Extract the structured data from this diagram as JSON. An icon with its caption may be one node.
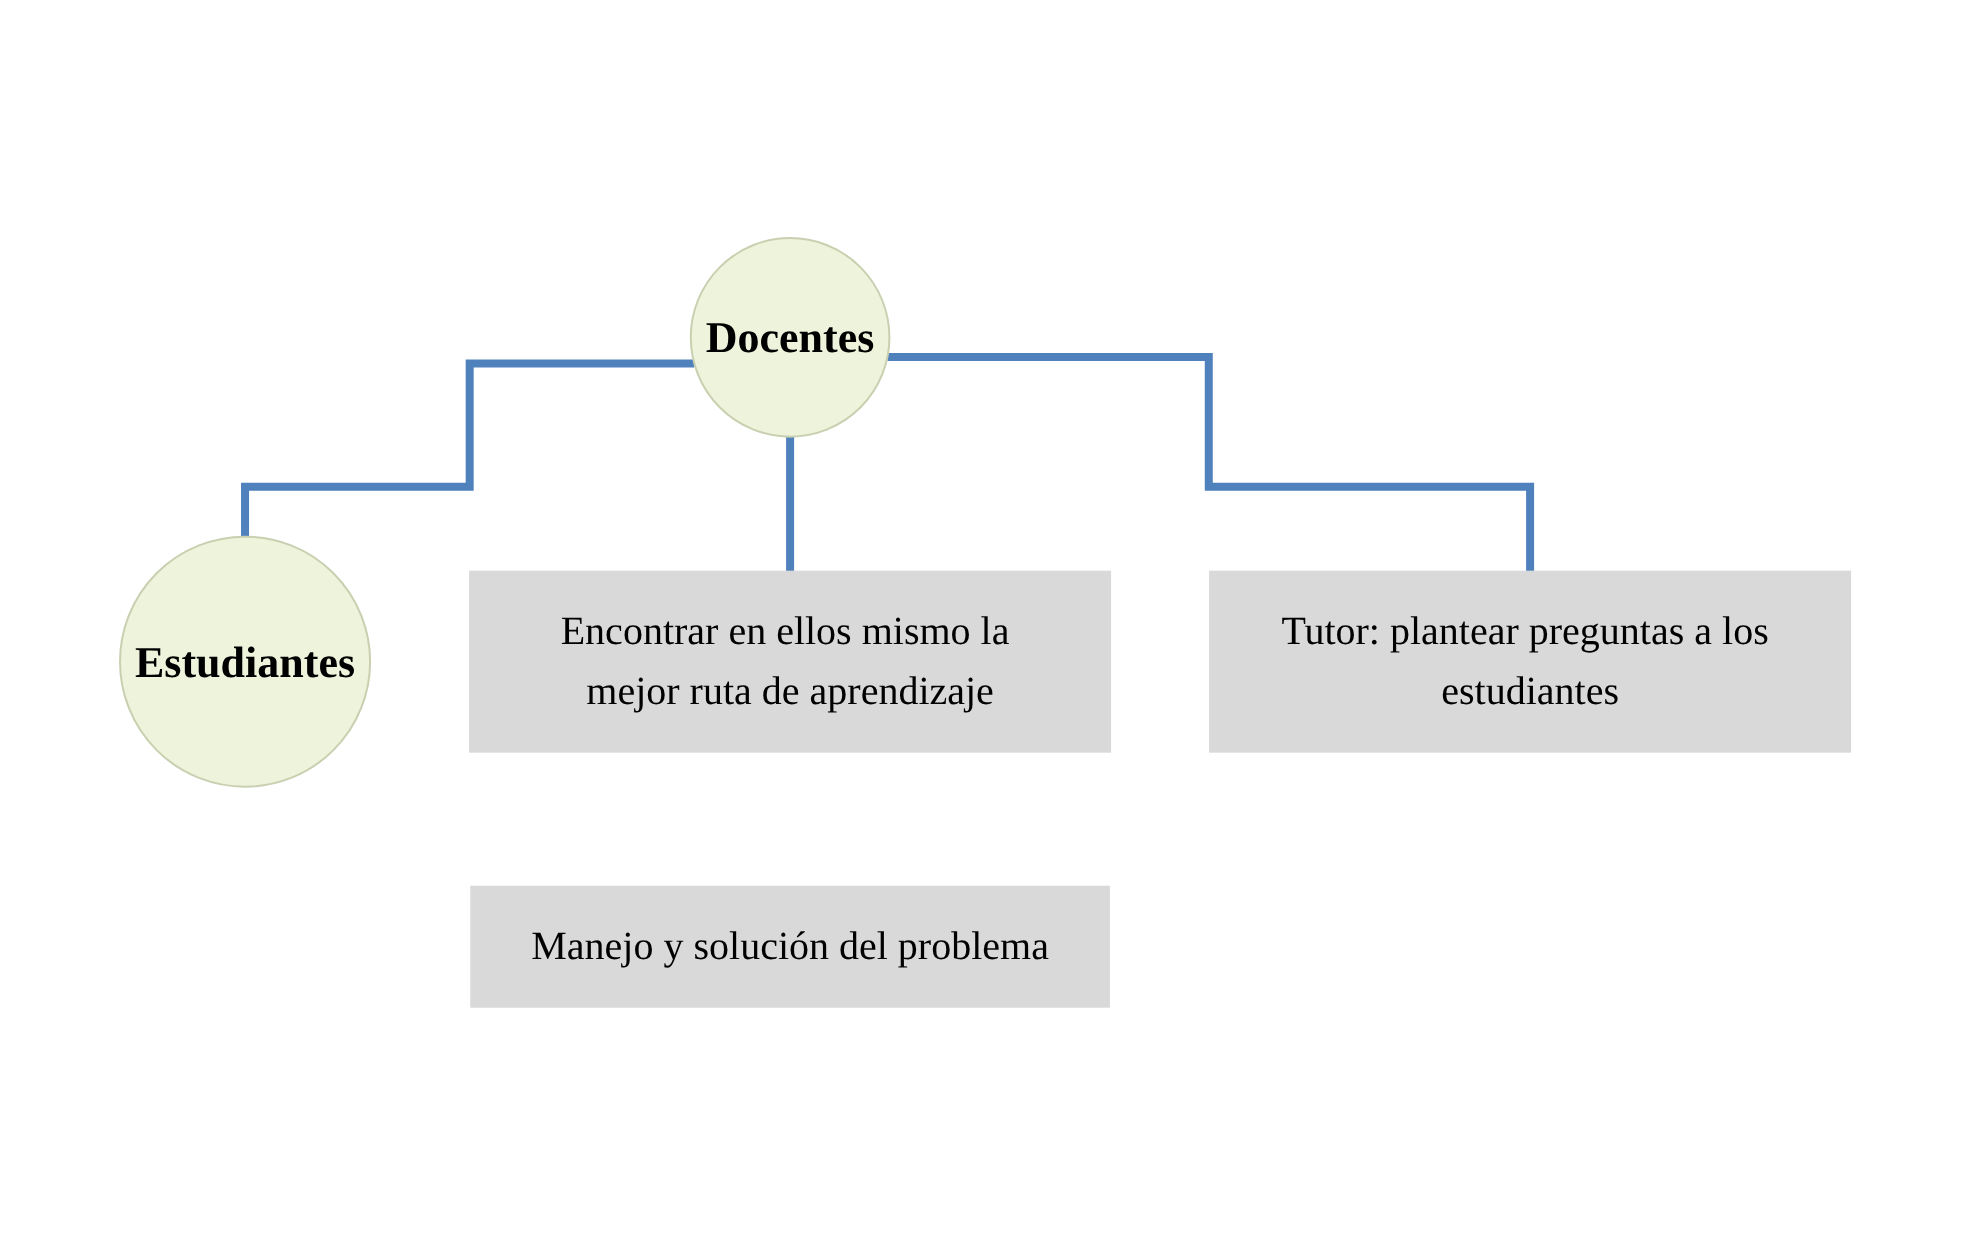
{
  "diagram": {
    "nodes": [
      {
        "text": [
          "Docentes"
        ]
      },
      {
        "text": [
          "Estudiantes"
        ]
      },
      {
        "text": [
          "Encontrar en ellos mismo la mejor ruta de aprendizaje"
        ]
      },
      {
        "text": [
          "Manejo y solución del problema"
        ]
      },
      {
        "text": [
          "Tutor: plantear preguntas a los estudiantes"
        ]
      }
    ],
    "edges": [
      {
        "from": 0,
        "to": 1,
        "arrow": "none"
      },
      {
        "from": 0,
        "to": 2,
        "arrow": "none"
      },
      {
        "from": 0,
        "to": 4,
        "arrow": "none"
      }
    ]
  }
}
